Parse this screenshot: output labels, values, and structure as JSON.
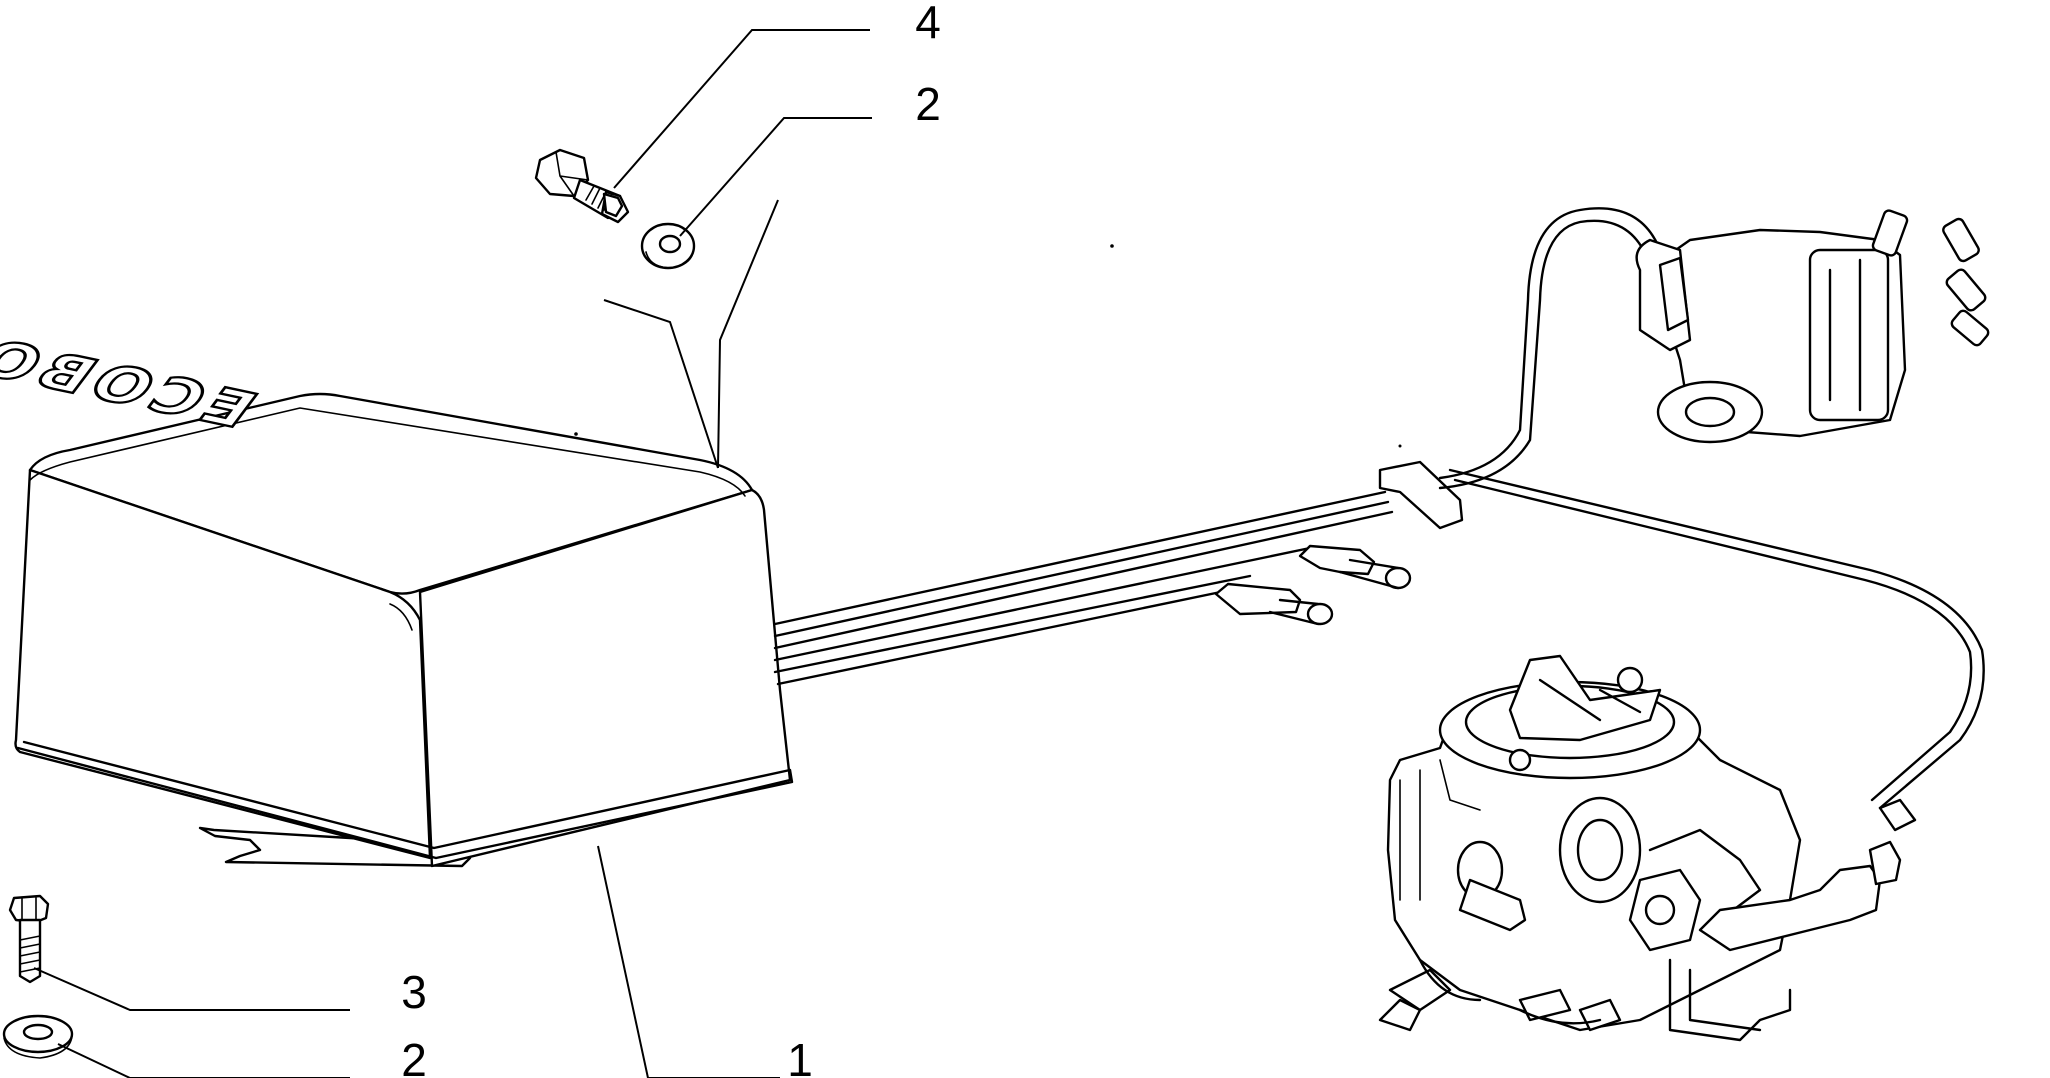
{
  "diagram": {
    "logo_text": "ECOBOX",
    "callouts": [
      {
        "id": "callout-4-top",
        "number": "4"
      },
      {
        "id": "callout-2-top",
        "number": "2"
      },
      {
        "id": "callout-3-bottom",
        "number": "3"
      },
      {
        "id": "callout-2-bottom",
        "number": "2"
      },
      {
        "id": "callout-1-bottom",
        "number": "1"
      }
    ],
    "parts": [
      "ecobox-control-unit",
      "washer",
      "bolt",
      "bolt",
      "distributor",
      "carburetor",
      "wiring-harness"
    ]
  }
}
